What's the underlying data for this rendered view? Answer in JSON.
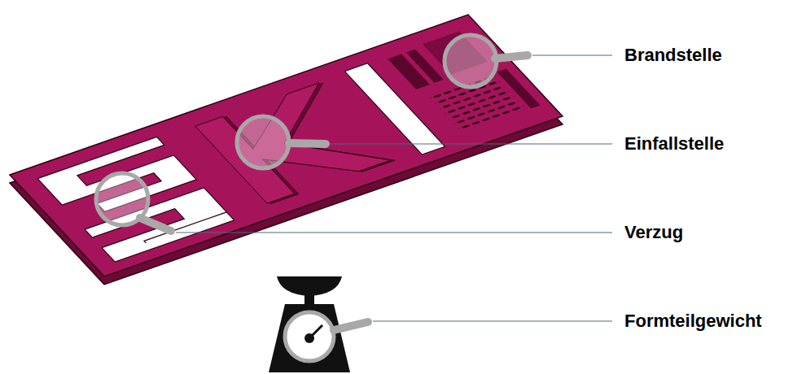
{
  "diagram": {
    "labels": [
      "Brandstelle",
      "Einfallstelle",
      "Verzug",
      "Formteilgewicht"
    ]
  }
}
